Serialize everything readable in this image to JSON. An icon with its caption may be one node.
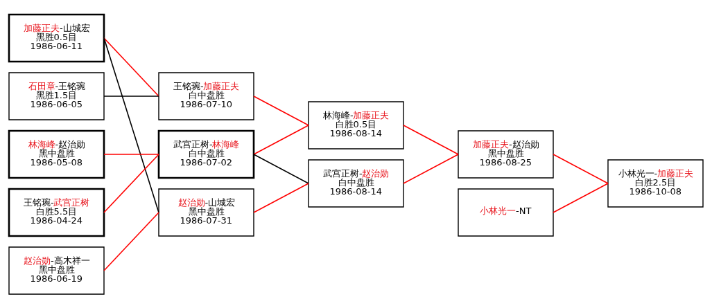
{
  "diagram": {
    "nodes": [
      {
        "text": [
          "加藤正夫-山城宏",
          "黑胜0.5目",
          "1986-06-11"
        ]
      },
      {
        "text": [
          "石田章-王铭琬",
          "黑胜1.5目",
          "1986-06-05"
        ]
      },
      {
        "text": [
          "林海峰-赵治勋",
          "黑中盘胜",
          "1986-05-08"
        ]
      },
      {
        "text": [
          "王铭琬-武宫正树",
          "白胜5.5目",
          "1986-04-24"
        ]
      },
      {
        "text": [
          "赵治勋-高木祥一",
          "黑中盘胜",
          "1986-06-19"
        ]
      },
      {
        "text": [
          "王铭琬-加藤正夫",
          "白中盘胜",
          "1986-07-10"
        ]
      },
      {
        "text": [
          "武宫正树-林海峰",
          "白中盘胜",
          "1986-07-02"
        ]
      },
      {
        "text": [
          "赵治勋-山城宏",
          "黑中盘胜",
          "1986-07-31"
        ]
      },
      {
        "text": [
          "林海峰-加藤正夫",
          "白胜0.5目",
          "1986-08-14"
        ]
      },
      {
        "text": [
          "武宫正树-赵治勋",
          "白中盘胜",
          "1986-08-14"
        ]
      },
      {
        "text": [
          "加藤正夫-赵治勋",
          "黑中盘胜",
          "1986-08-25"
        ]
      },
      {
        "text": [
          "小林光一-NT"
        ]
      },
      {
        "text": [
          "小林光一-加藤正夫",
          "白胜2.5目",
          "1986-10-08"
        ]
      }
    ],
    "edges": [
      {
        "from": 0,
        "to": 5,
        "arrow": "none"
      },
      {
        "from": 1,
        "to": 5,
        "arrow": "none",
        "color": "#000000"
      },
      {
        "from": 0,
        "to": 7,
        "arrow": "none",
        "color": "#000000"
      },
      {
        "from": 2,
        "to": 6,
        "arrow": "none"
      },
      {
        "from": 3,
        "to": 6,
        "arrow": "none"
      },
      {
        "from": 4,
        "to": 7,
        "arrow": "none"
      },
      {
        "from": 5,
        "to": 8,
        "arrow": "none"
      },
      {
        "from": 6,
        "to": 8,
        "arrow": "none"
      },
      {
        "from": 6,
        "to": 9,
        "arrow": "none",
        "color": "#000000"
      },
      {
        "from": 7,
        "to": 9,
        "arrow": "none"
      },
      {
        "from": 8,
        "to": 10,
        "arrow": "none"
      },
      {
        "from": 9,
        "to": 10,
        "arrow": "none"
      },
      {
        "from": 10,
        "to": 12,
        "arrow": "none"
      },
      {
        "from": 11,
        "to": 12,
        "arrow": "none"
      }
    ]
  }
}
